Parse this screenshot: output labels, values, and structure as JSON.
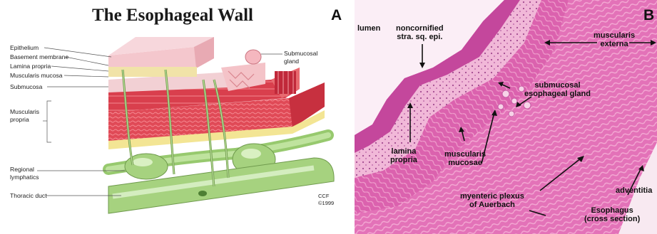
{
  "panel_a": {
    "letter": "A",
    "title": "The Esophageal Wall",
    "labels": {
      "epithelium": "Epithelium",
      "basement_membrane": "Basement membrane",
      "lamina_propria": "Lamina propria",
      "muscularis_mucosa": "Muscularis mucosa",
      "submucosa": "Submucosa",
      "muscularis_propria_1": "Muscularis",
      "muscularis_propria_2": "propria",
      "regional_lymphatics_1": "Regional",
      "regional_lymphatics_2": "lymphatics",
      "thoracic_duct": "Thoracic duct",
      "submucosal_gland_1": "Submucosal",
      "submucosal_gland_2": "gland"
    },
    "credit_1": "CCF",
    "credit_2": "©1999"
  },
  "panel_b": {
    "letter": "B",
    "labels": {
      "lumen": "lumen",
      "noncornified_1": "noncornified",
      "noncornified_2": "stra. sq. epi.",
      "muscularis_externa_1": "muscularis",
      "muscularis_externa_2": "externa",
      "submucosal_1": "submucosal",
      "submucosal_2": "esophageal gland",
      "lamina_propria_1": "lamina",
      "lamina_propria_2": "propria",
      "muscularis_mucosae_1": "muscularis",
      "muscularis_mucosae_2": "mucosae",
      "myenteric_1": "myenteric plexus",
      "myenteric_2": "of Auerbach",
      "adventitia": "adventitia",
      "esophagus_1": "Esophagus",
      "esophagus_2": "(cross section)"
    }
  },
  "colors": {
    "tissue_pink": "#e56bb3",
    "tissue_light": "#f4b6d8",
    "epithelium_pink": "#f1c3c8",
    "muscle_red": "#df4a55",
    "fat_yellow": "#f1e193",
    "lymph_green": "#a6d27f"
  }
}
